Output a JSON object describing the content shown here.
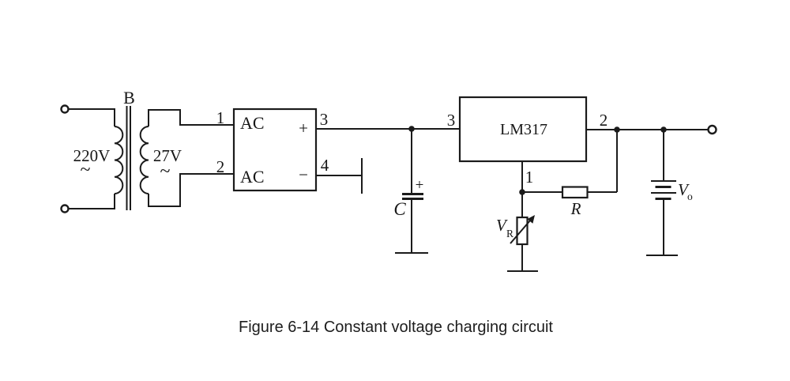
{
  "caption": "Figure 6-14 Constant voltage charging circuit",
  "colors": {
    "ink": "#1b1b1b",
    "background": "#ffffff"
  },
  "transformer": {
    "label": "B",
    "primary_voltage": "220V",
    "primary_ac_symbol": "~",
    "secondary_voltage": "27V",
    "secondary_ac_symbol": "~"
  },
  "rectifier": {
    "top_input_label": "AC",
    "bottom_input_label": "AC",
    "plus_output_label": "+",
    "minus_output_label": "−",
    "pin_top_in": "1",
    "pin_bottom_in": "2",
    "pin_plus_out": "3",
    "pin_minus_out": "4"
  },
  "filter_capacitor": {
    "label": "C",
    "polarity": "+"
  },
  "regulator": {
    "label": "LM317",
    "pin_input": "3",
    "pin_output": "2",
    "pin_adjust": "1"
  },
  "feedback_resistor": {
    "label": "R"
  },
  "variable_resistor": {
    "label": "V",
    "subscript": "R"
  },
  "output_battery": {
    "label": "V",
    "subscript": "o"
  }
}
